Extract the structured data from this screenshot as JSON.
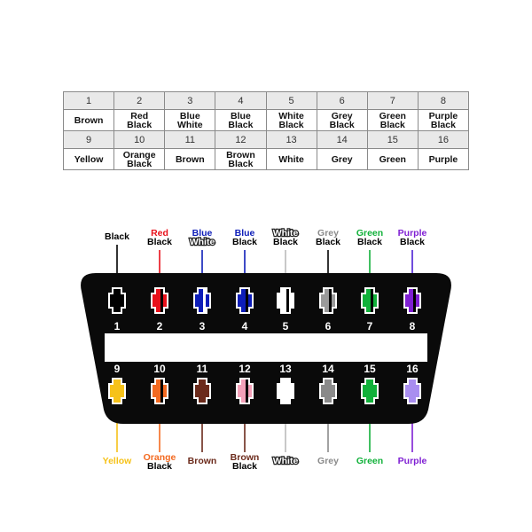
{
  "table": {
    "rows": [
      {
        "numbers": [
          "1",
          "2",
          "3",
          "4",
          "5",
          "6",
          "7",
          "8"
        ],
        "colors": [
          [
            "Brown"
          ],
          [
            "Red",
            "Black"
          ],
          [
            "Blue",
            "White"
          ],
          [
            "Blue",
            "Black"
          ],
          [
            "White",
            "Black"
          ],
          [
            "Grey",
            "Black"
          ],
          [
            "Green",
            "Black"
          ],
          [
            "Purple",
            "Black"
          ]
        ]
      },
      {
        "numbers": [
          "9",
          "10",
          "11",
          "12",
          "13",
          "14",
          "15",
          "16"
        ],
        "colors": [
          [
            "Yellow"
          ],
          [
            "Orange",
            "Black"
          ],
          [
            "Brown"
          ],
          [
            "Brown",
            "Black"
          ],
          [
            "White"
          ],
          [
            "Grey"
          ],
          [
            "Green"
          ],
          [
            "Purple"
          ]
        ]
      }
    ]
  },
  "connector": {
    "pins_top": [
      {
        "number": "1",
        "fill": "#000000",
        "stripe": null,
        "wire": "#000000",
        "label": [
          {
            "text": "Black",
            "color": "#000000"
          }
        ]
      },
      {
        "number": "2",
        "fill": "#e8101a",
        "stripe": "#000000",
        "wire": "#e8101a",
        "label": [
          {
            "text": "Red",
            "color": "#e8101a"
          },
          {
            "text": "Black",
            "color": "#000000"
          }
        ]
      },
      {
        "number": "3",
        "fill": "#0d1db8",
        "stripe": "#ffffff",
        "wire": "#0d1db8",
        "label": [
          {
            "text": "Blue",
            "color": "#0d1db8"
          },
          {
            "text": "White",
            "color": "#ffffff"
          }
        ]
      },
      {
        "number": "4",
        "fill": "#0d1db8",
        "stripe": "#000000",
        "wire": "#0d1db8",
        "label": [
          {
            "text": "Blue",
            "color": "#0d1db8"
          },
          {
            "text": "Black",
            "color": "#000000"
          }
        ]
      },
      {
        "number": "5",
        "fill": "#ffffff",
        "stripe": "#000000",
        "wire": "#bbbbbb",
        "label": [
          {
            "text": "White",
            "color": "#ffffff"
          },
          {
            "text": "Black",
            "color": "#000000"
          }
        ]
      },
      {
        "number": "6",
        "fill": "#9a9a9a",
        "stripe": "#000000",
        "wire": "#000000",
        "label": [
          {
            "text": "Grey",
            "color": "#8a8a8a"
          },
          {
            "text": "Black",
            "color": "#000000"
          }
        ]
      },
      {
        "number": "7",
        "fill": "#11b13a",
        "stripe": "#000000",
        "wire": "#11b13a",
        "label": [
          {
            "text": "Green",
            "color": "#11b13a"
          },
          {
            "text": "Black",
            "color": "#000000"
          }
        ]
      },
      {
        "number": "8",
        "fill": "#7f1fd3",
        "stripe": "#000000",
        "wire": "#4b1fd3",
        "label": [
          {
            "text": "Purple",
            "color": "#7f1fd3"
          },
          {
            "text": "Black",
            "color": "#000000"
          }
        ]
      }
    ],
    "pins_bottom": [
      {
        "number": "9",
        "fill": "#f6c219",
        "stripe": null,
        "wire": "#f6c219",
        "label": [
          {
            "text": "Yellow",
            "color": "#f6c219"
          }
        ]
      },
      {
        "number": "10",
        "fill": "#f36a21",
        "stripe": "#000000",
        "wire": "#f36a21",
        "label": [
          {
            "text": "Orange",
            "color": "#f36a21"
          },
          {
            "text": "Black",
            "color": "#000000"
          }
        ]
      },
      {
        "number": "11",
        "fill": "#6b2a1b",
        "stripe": null,
        "wire": "#6b2a1b",
        "label": [
          {
            "text": "Brown",
            "color": "#6b2a1b"
          }
        ]
      },
      {
        "number": "12",
        "fill": "#f4a1b9",
        "stripe": "#000000",
        "wire": "#6b2a1b",
        "label": [
          {
            "text": "Brown",
            "color": "#6b2a1b"
          },
          {
            "text": "Black",
            "color": "#000000"
          }
        ]
      },
      {
        "number": "13",
        "fill": "#ffffff",
        "stripe": null,
        "wire": "#bbbbbb",
        "label": [
          {
            "text": "White",
            "color": "#ffffff"
          }
        ]
      },
      {
        "number": "14",
        "fill": "#8a8a8a",
        "stripe": null,
        "wire": "#8a8a8a",
        "label": [
          {
            "text": "Grey",
            "color": "#8a8a8a"
          }
        ]
      },
      {
        "number": "15",
        "fill": "#11b13a",
        "stripe": null,
        "wire": "#11b13a",
        "label": [
          {
            "text": "Green",
            "color": "#11b13a"
          }
        ]
      },
      {
        "number": "16",
        "fill": "#a98ef0",
        "stripe": null,
        "wire": "#7f1fd3",
        "label": [
          {
            "text": "Purple",
            "color": "#7f1fd3"
          }
        ]
      }
    ]
  }
}
